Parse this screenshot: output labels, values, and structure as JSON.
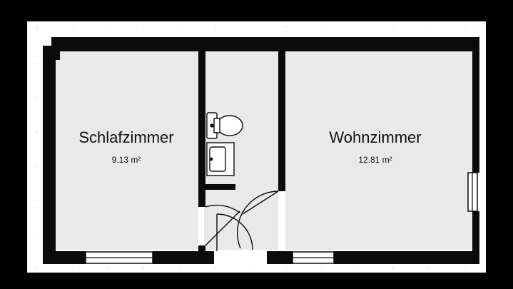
{
  "plan": {
    "rooms": [
      {
        "name": "Schlafzimmer",
        "area": "9.13 m²"
      },
      {
        "name": "Wohnzimmer",
        "area": "12.81 m²"
      }
    ]
  },
  "colors": {
    "background": "#000000",
    "canvas": "#ffffff",
    "wall": "#0b0b0b",
    "floor": "#e9e9e9",
    "grid": "#cfcfcf"
  },
  "icons": [
    "toilet-icon",
    "sink-icon",
    "door-swing-icon",
    "window-icon"
  ]
}
